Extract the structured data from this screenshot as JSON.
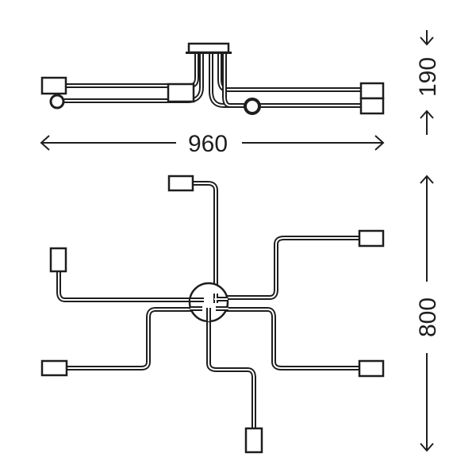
{
  "dimensions": {
    "width_label": "960",
    "height_side_label": "190",
    "depth_label": "800"
  },
  "colors": {
    "line": "#1e1e1e",
    "background": "#ffffff"
  }
}
